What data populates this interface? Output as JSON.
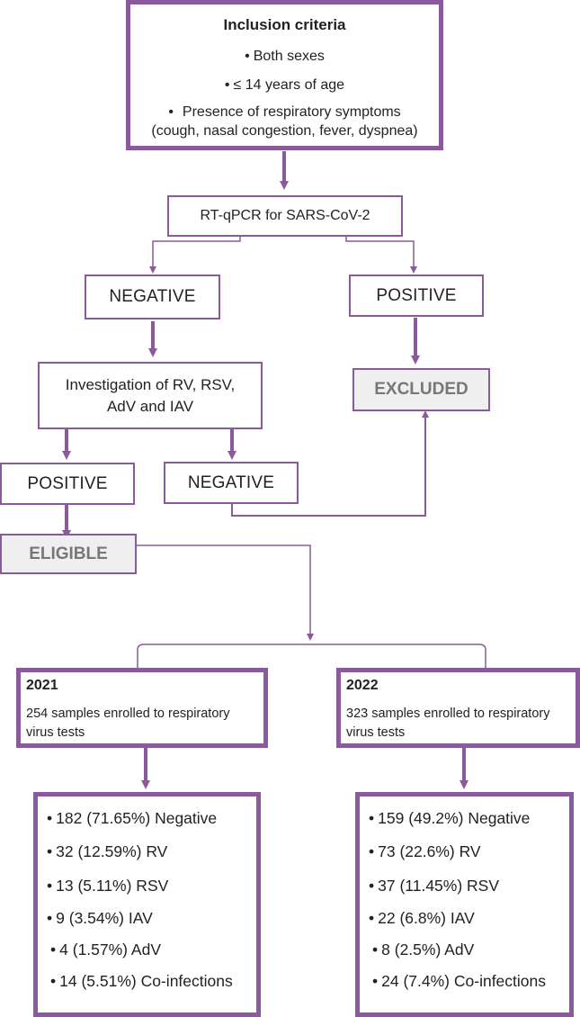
{
  "inclusion": {
    "title": "Inclusion criteria",
    "items": [
      "Both sexes",
      "≤ 14 years of age",
      "Presence of respiratory symptoms",
      "(cough, nasal congestion, fever, dyspnea)"
    ]
  },
  "rtqpcr": "RT-qPCR for SARS-CoV-2",
  "negative1": "NEGATIVE",
  "positive1": "POSITIVE",
  "investigation": [
    "Investigation of RV, RSV,",
    "AdV and IAV"
  ],
  "excluded": "EXCLUDED",
  "positive2": "POSITIVE",
  "negative2": "NEGATIVE",
  "eligible": "ELIGIBLE",
  "y2021": {
    "year": "2021",
    "enrolled": [
      "254 samples enrolled to respiratory",
      "virus tests"
    ],
    "results": [
      "182 (71.65%) Negative",
      "32 (12.59%) RV",
      "13 (5.11%) RSV",
      "9 (3.54%) IAV",
      "4 (1.57%) AdV",
      "14 (5.51%) Co-infections"
    ]
  },
  "y2022": {
    "year": "2022",
    "enrolled": [
      "323 samples enrolled to respiratory",
      "virus tests"
    ],
    "results": [
      "159 (49.2%) Negative",
      "73 (22.6%) RV",
      "37 (11.45%) RSV",
      "22 (6.8%) IAV",
      "8 (2.5%) AdV",
      "24 (7.4%) Co-infections"
    ]
  },
  "colors": {
    "border": "#8a5a9c",
    "excluded_bg": "#efefef",
    "excluded_text": "#777777"
  }
}
